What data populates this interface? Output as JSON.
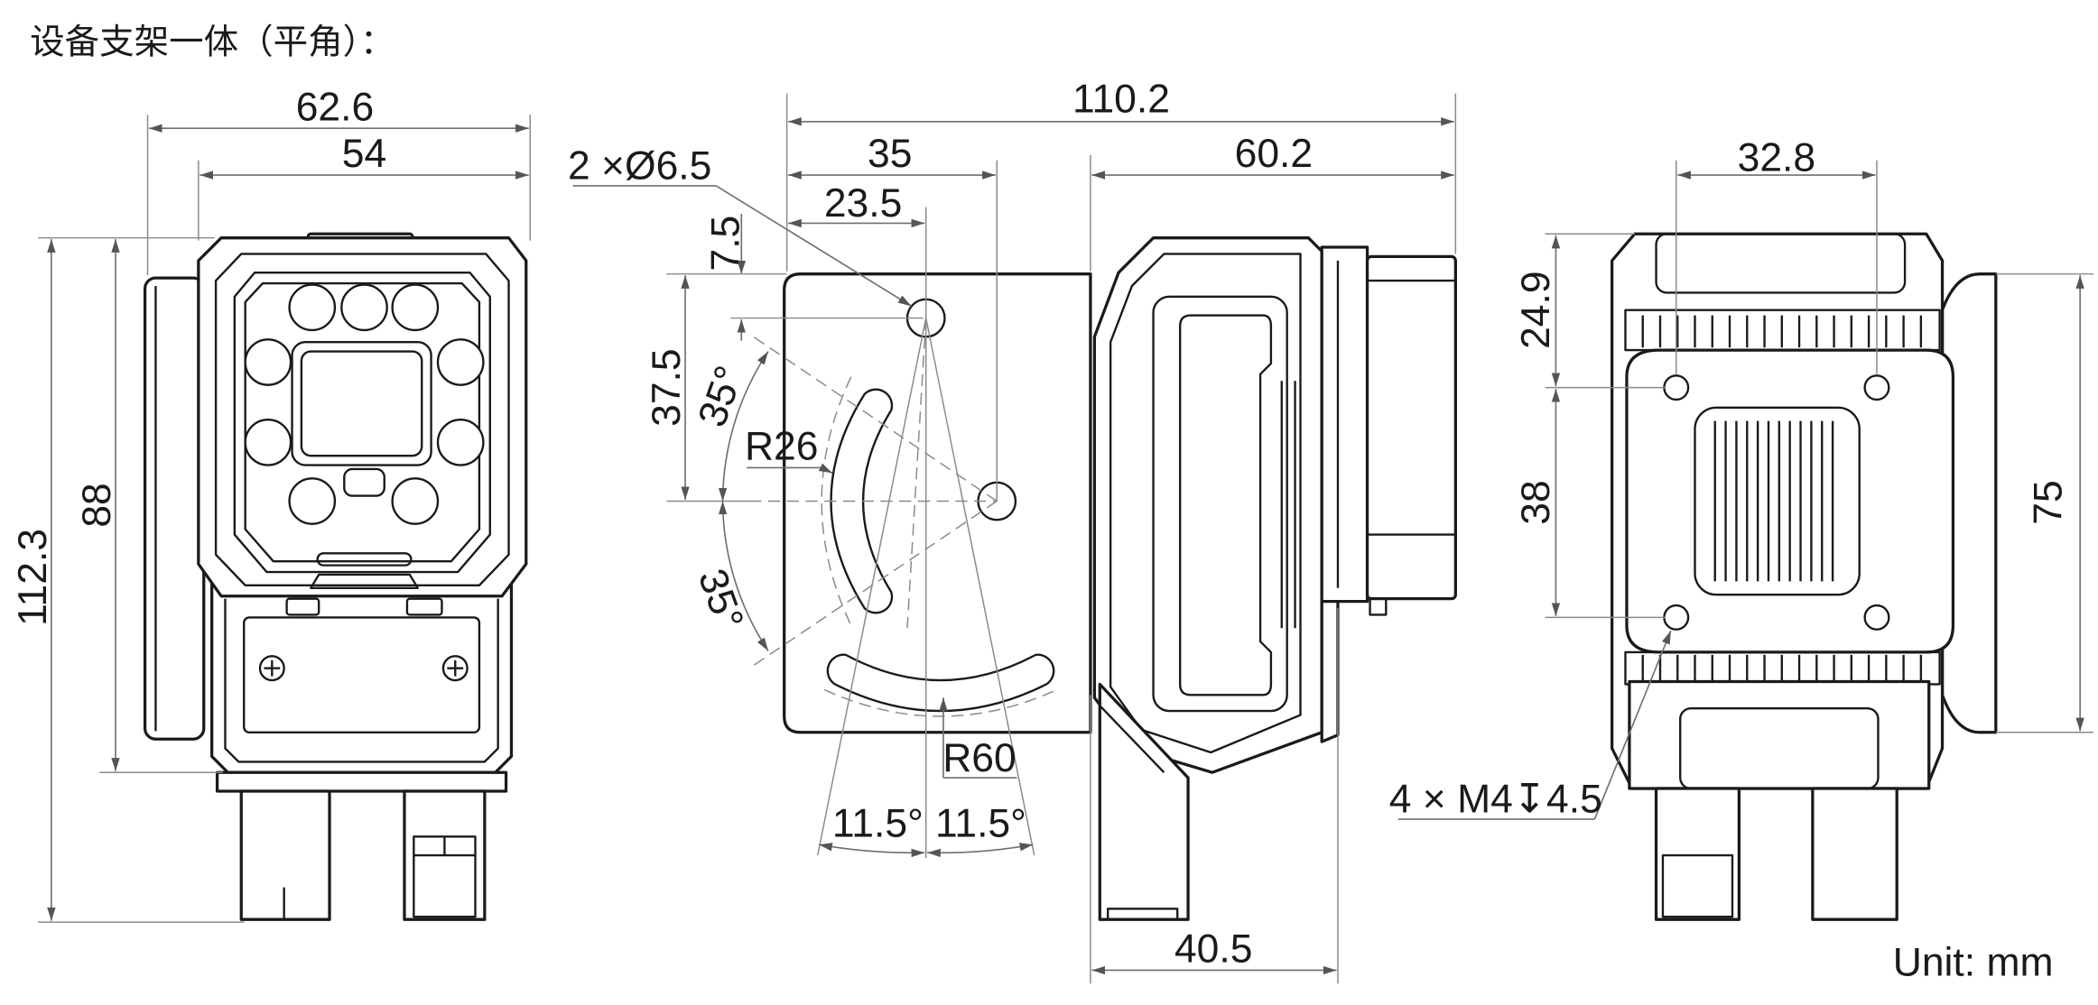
{
  "title": "设备支架一体（平角）：",
  "unit": "Unit: mm",
  "front_view": {
    "width_outer": "62.6",
    "width_inner": "54",
    "height_total": "112.3",
    "height_body": "88"
  },
  "side_view": {
    "overall_length": "110.2",
    "hole_offset": "35",
    "hole_center": "23.5",
    "hole_callout": "2 ×Ø6.5",
    "hole_top": "7.5",
    "hole_spacing": "37.5",
    "angle_upper": "35°",
    "slot_radius": "R26",
    "angle_lower": "35°",
    "bottom_slot_radius": "R60",
    "tilt_left": "11.5°",
    "tilt_right": "11.5°",
    "camera_length": "60.2",
    "connector_offset": "40.5"
  },
  "back_view": {
    "hole_spacing_x": "32.8",
    "hole_top": "24.9",
    "hole_spacing_y": "38",
    "plate_height": "75",
    "thread_callout": "4 × M4↧4.5"
  },
  "colors": {
    "outline": "#1a1a1a",
    "dimension": "#6f6f6f",
    "background": "#ffffff"
  }
}
